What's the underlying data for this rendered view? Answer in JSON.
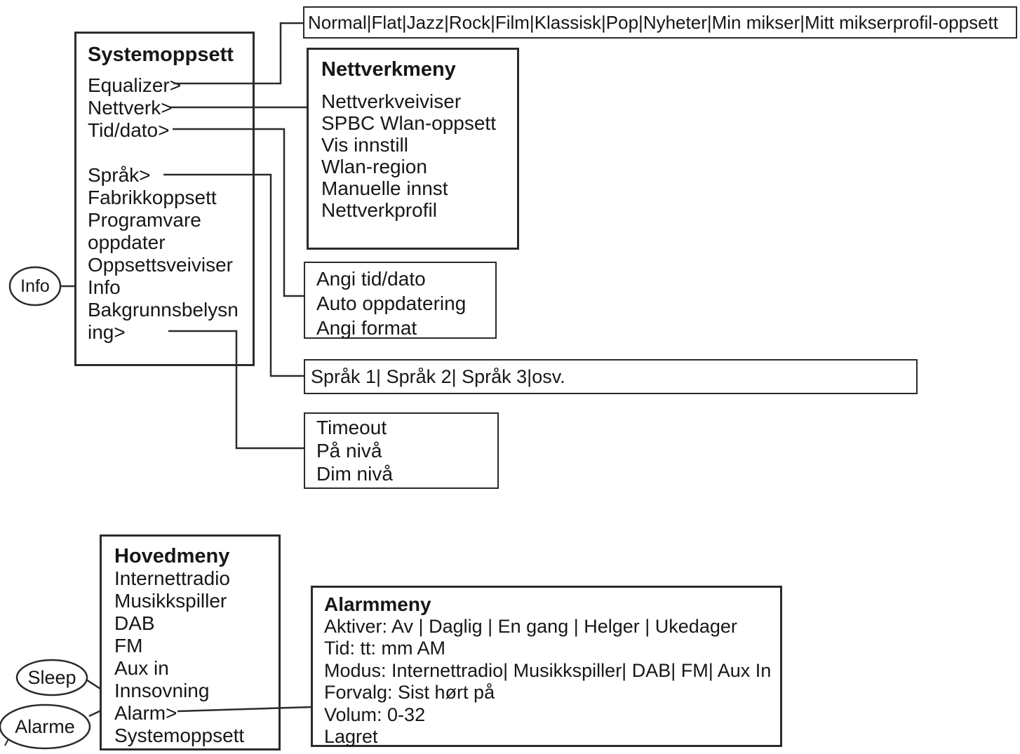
{
  "equalizer_presets_bar": {
    "text": "Normal|Flat|Jazz|Rock|Film|Klassisk|Pop|Nyheter|Min mikser|Mitt mikserprofil-oppsett"
  },
  "systemoppsett": {
    "title": "Systemoppsett",
    "items_top": [
      "Equalizer>",
      "Nettverk>",
      "Tid/dato>"
    ],
    "items_bottom": [
      "Språk>",
      "Fabrikkoppsett",
      "Programvare",
      "oppdater",
      "Oppsettsveiviser",
      "Info",
      "Bakgrunnsbelysn",
      "ing>"
    ]
  },
  "nettverkmeny": {
    "title": "Nettverkmeny",
    "items": [
      "Nettverkveiviser",
      "SPBC Wlan-oppsett",
      "Vis innstill",
      "Wlan-region",
      "Manuelle innst",
      "Nettverkprofil"
    ]
  },
  "tid_dato_meny": {
    "items": [
      "Angi tid/dato",
      "Auto oppdatering",
      "Angi format"
    ]
  },
  "sprak_meny": {
    "text": "Språk 1| Språk 2| Språk 3|osv."
  },
  "bakgrunnsbelysning_meny": {
    "items": [
      "Timeout",
      "På nivå",
      "Dim nivå"
    ]
  },
  "hovedmeny": {
    "title": "Hovedmeny",
    "items": [
      "Internettradio",
      "Musikkspiller",
      "DAB",
      "FM",
      "Aux in",
      "Innsovning",
      "Alarm>",
      "Systemoppsett"
    ]
  },
  "alarmmeny": {
    "title": "Alarmmeny",
    "lines": [
      "Aktiver: Av | Daglig | En gang | Helger | Ukedager",
      "Tid: tt: mm AM",
      "Modus: Internettradio| Musikkspiller| DAB| FM| Aux In",
      "Forvalg: Sist hørt på",
      "Volum: 0-32",
      "Lagret"
    ]
  },
  "callouts": {
    "info": "Info",
    "sleep": "Sleep",
    "alarm": "Alarme"
  },
  "colors": {
    "line": "#2b2b2b",
    "text": "#171717",
    "background": "#ffffff"
  }
}
